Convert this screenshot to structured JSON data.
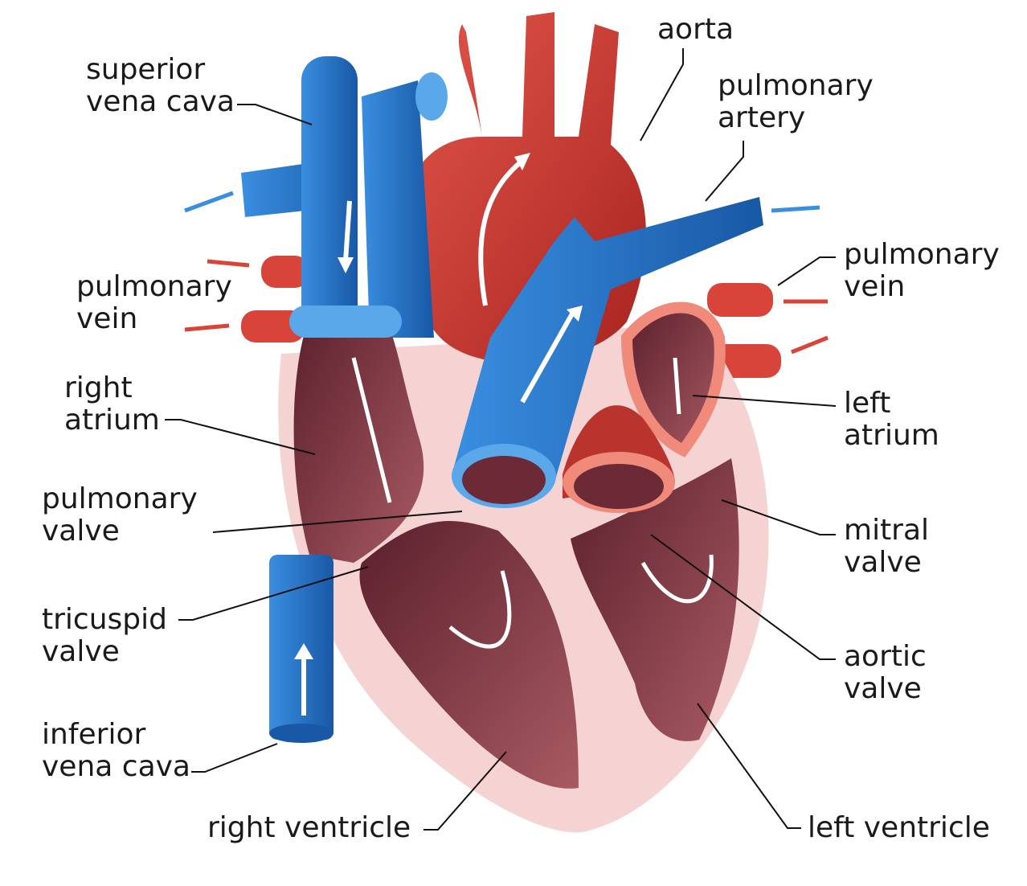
{
  "labels": {
    "aorta": "aorta",
    "pulmonary_artery": "pulmonary\nartery",
    "superior_vena_cava": "superior\nvena cava",
    "pulmonary_vein_left": "pulmonary\nvein",
    "pulmonary_vein_right": "pulmonary\nvein",
    "right_atrium": "right\natrium",
    "left_atrium": "left\natrium",
    "pulmonary_valve": "pulmonary\nvalve",
    "mitral_valve": "mitral\nvalve",
    "tricuspid_valve": "tricuspid\nvalve",
    "aortic_valve": "aortic\nvalve",
    "inferior_vena_cava": "inferior\nvena cava",
    "right_ventricle": "right ventricle",
    "left_ventricle": "left ventricle"
  },
  "colors": {
    "oxygenated": "#c9362f",
    "deoxygenated": "#1f6fbf",
    "muscle": "#f6d3d3",
    "chamber": "#8a3a48"
  }
}
